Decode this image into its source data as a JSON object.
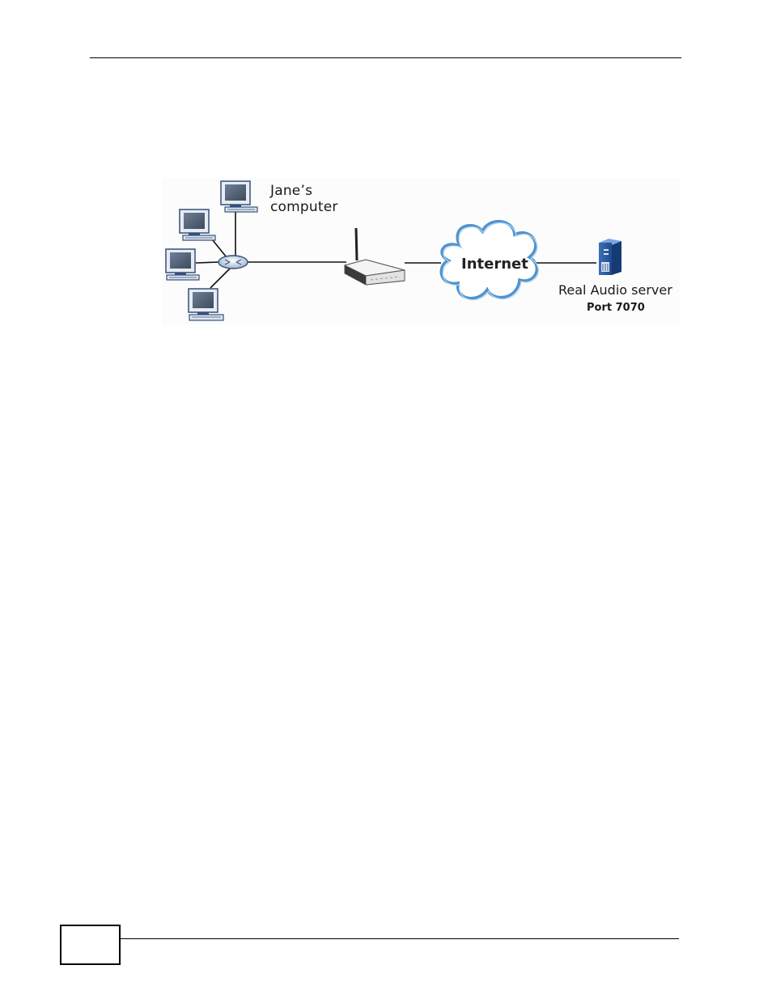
{
  "diagram": {
    "jane_label": "Jane’s\ncomputer",
    "internet_label": "Internet",
    "server_label": "Real Audio server",
    "port_label": "Port 7070"
  }
}
